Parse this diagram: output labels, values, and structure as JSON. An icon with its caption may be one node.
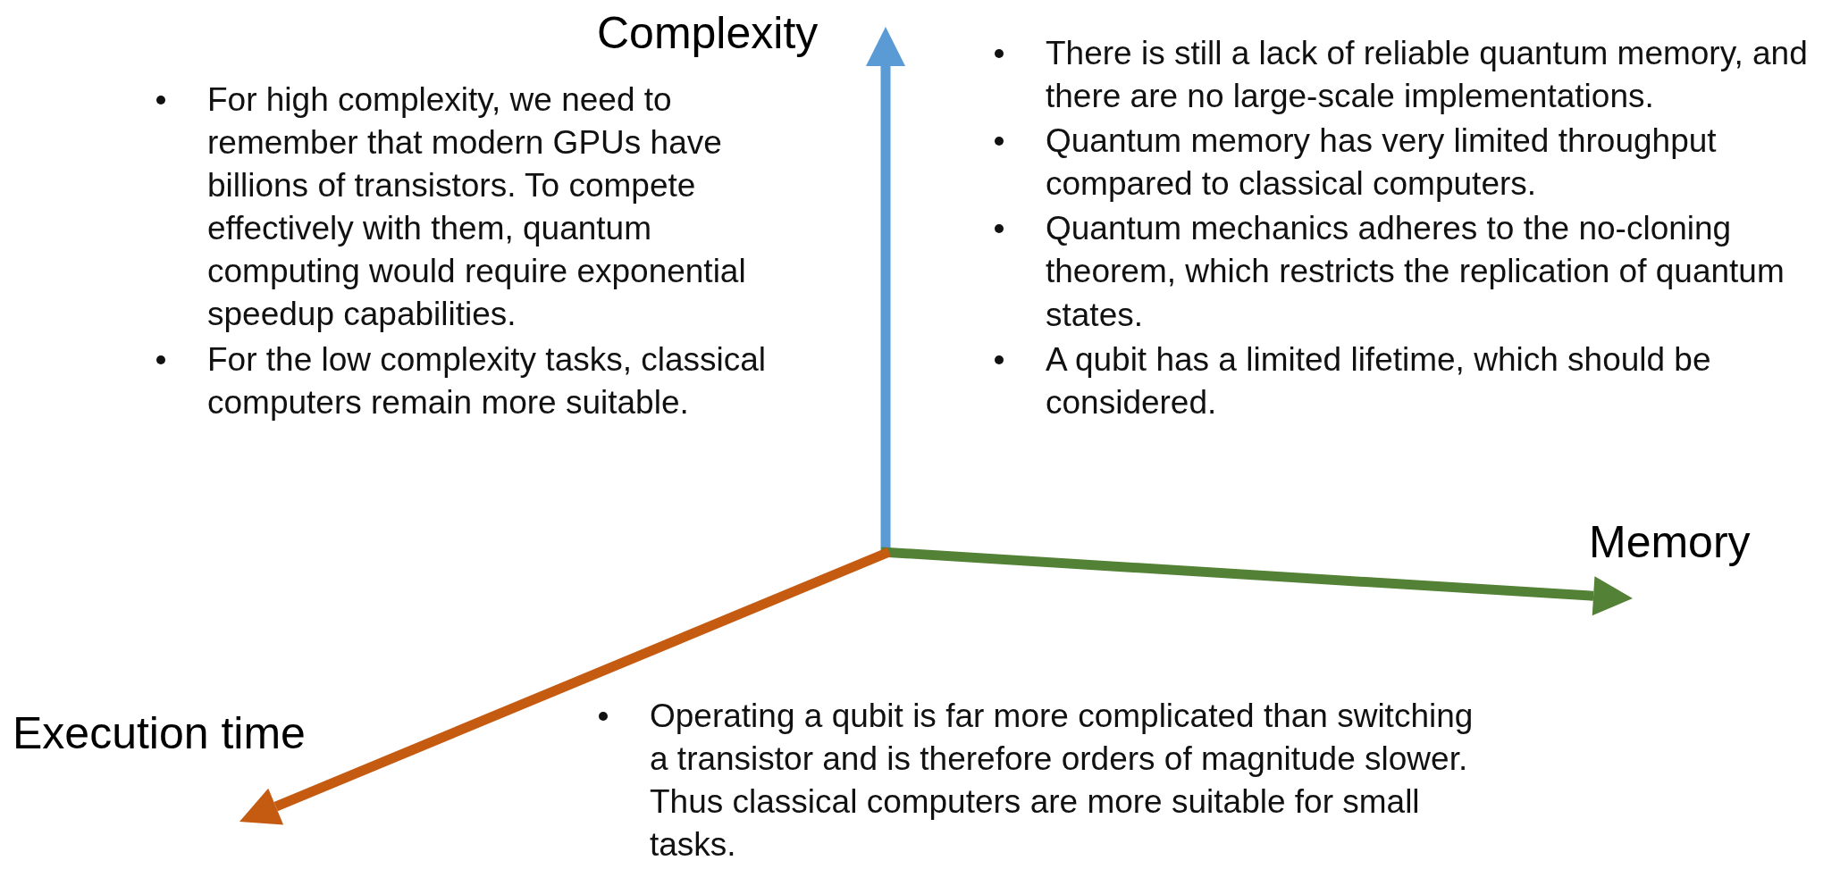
{
  "diagram": {
    "labels": [
      "Complexity",
      "For high complexity, we need to remember that modern GPUs have billions of transistors. To compete effectively with them, quantum computing would require exponential speedup capabilities.",
      "For the low complexity tasks, classical computers remain more suitable.",
      "There is still a lack of reliable quantum memory, and there are no large-scale implementations.",
      "Quantum memory has very limited throughput compared to classical computers.",
      "Quantum mechanics adheres to the no-cloning theorem, which restricts the replication of quantum states.",
      "A qubit has a limited lifetime, which should be considered.",
      "Memory",
      "Execution time",
      "Operating a qubit is far more complicated than switching a transistor and is therefore orders of magnitude slower. Thus classical computers are more suitable for small tasks."
    ]
  }
}
